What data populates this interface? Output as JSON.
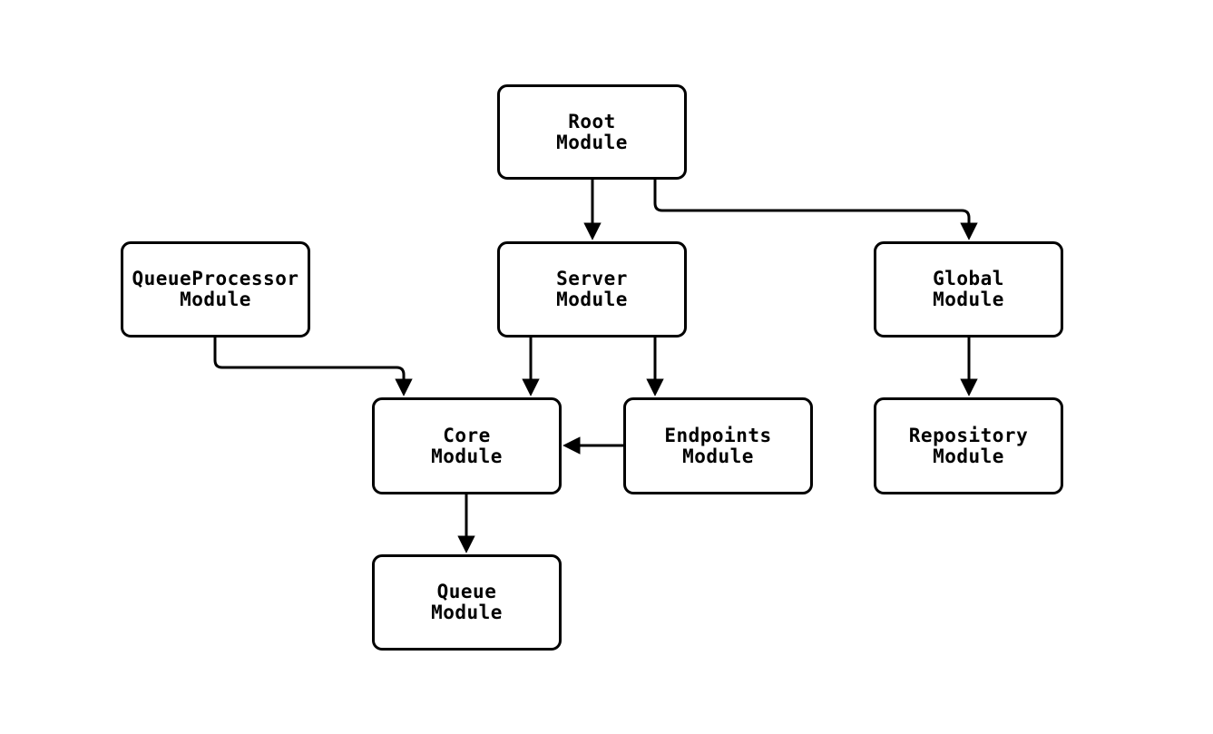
{
  "diagram": {
    "type": "flowchart",
    "background_color": "#ffffff",
    "node_fill_color": "#ffffff",
    "node_border_color": "#000000",
    "text_color": "#000000",
    "arrow_color": "#000000",
    "nodes": [
      {
        "id": "root",
        "label": "Root\nModule"
      },
      {
        "id": "server",
        "label": "Server\nModule"
      },
      {
        "id": "queueprocessor",
        "label": "QueueProcessor\nModule"
      },
      {
        "id": "global",
        "label": "Global\nModule"
      },
      {
        "id": "core",
        "label": "Core\nModule"
      },
      {
        "id": "endpoints",
        "label": "Endpoints\nModule"
      },
      {
        "id": "repository",
        "label": "Repository\nModule"
      },
      {
        "id": "queue",
        "label": "Queue\nModule"
      }
    ],
    "edges": [
      {
        "from": "Root Module",
        "to": "Server Module"
      },
      {
        "from": "Root Module",
        "to": "Global Module"
      },
      {
        "from": "QueueProcessor Module",
        "to": "Core Module"
      },
      {
        "from": "Server Module",
        "to": "Core Module"
      },
      {
        "from": "Server Module",
        "to": "Endpoints Module"
      },
      {
        "from": "Endpoints Module",
        "to": "Core Module"
      },
      {
        "from": "Global Module",
        "to": "Repository Module"
      },
      {
        "from": "Core Module",
        "to": "Queue Module"
      }
    ]
  }
}
